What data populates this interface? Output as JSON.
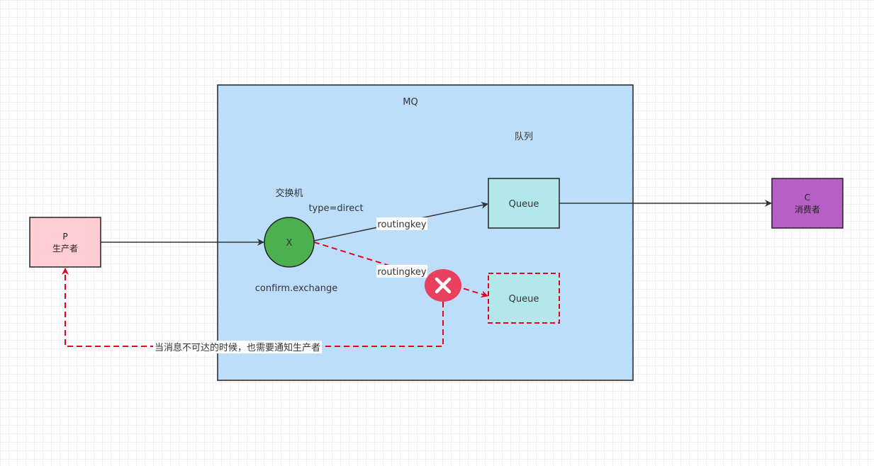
{
  "mq_container": {
    "title": "MQ"
  },
  "queue_group_label": "队列",
  "exchange": {
    "heading": "交换机",
    "type_label": "type=direct",
    "symbol": "X",
    "name": "confirm.exchange"
  },
  "producer": {
    "letter": "P",
    "label": "生产者"
  },
  "consumer": {
    "letter": "C",
    "label": "消费者"
  },
  "queue_ok": {
    "label": "Queue"
  },
  "queue_failed": {
    "label": "Queue"
  },
  "edge_labels": {
    "routing_ok": "routingkey",
    "routing_failed": "routingkey",
    "notify_producer": "当消息不可达的时候，也需要通知生产者"
  },
  "icons": {
    "failure": "close-x-icon"
  },
  "colors": {
    "mq_fill": "#bddefa",
    "producer_fill": "#ffcdd2",
    "consumer_fill": "#b75fc6",
    "queue_fill": "#b3e8ea",
    "exchange_fill": "#4caf50",
    "failure_fill": "#e8405e",
    "failure_line": "#e8001c",
    "line": "#333333"
  }
}
